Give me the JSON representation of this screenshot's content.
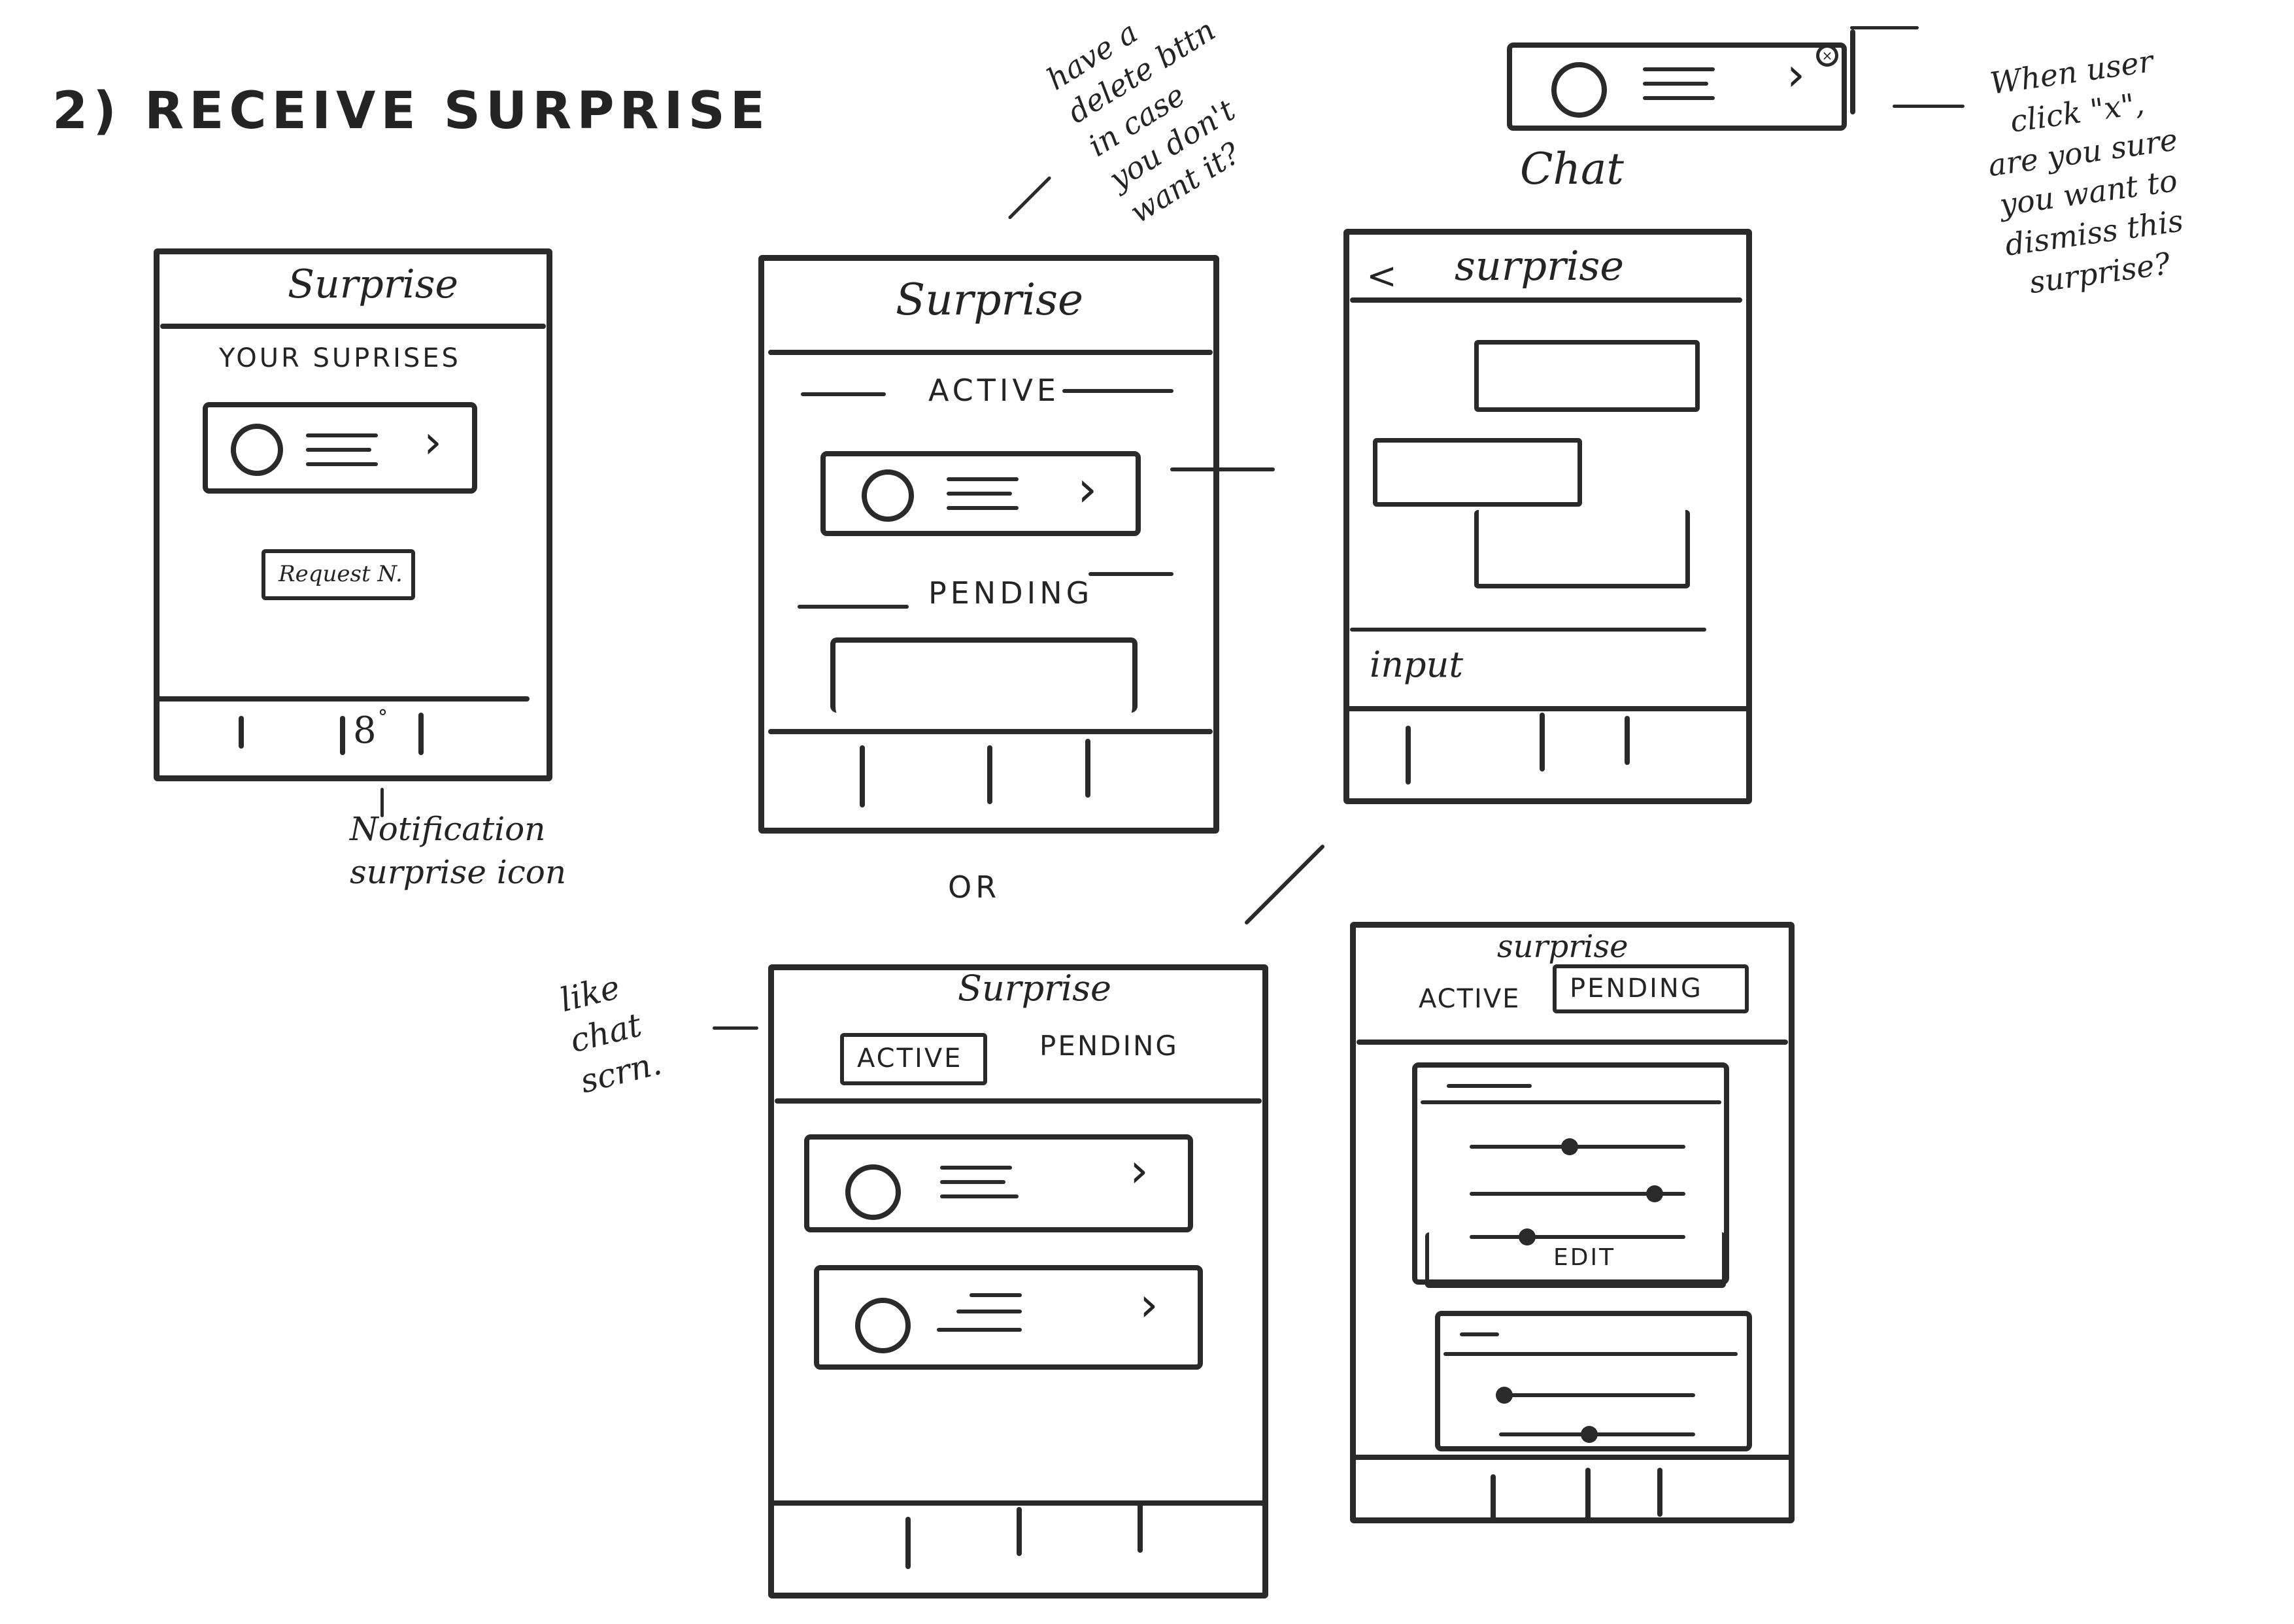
{
  "section_title": "2) RECEIVE SURPRISE",
  "icons": {
    "avatar": "circle-avatar-icon",
    "chevron": "chevron-right-icon",
    "back": "chevron-left-icon",
    "close": "close-x-icon"
  },
  "screen1": {
    "title": "Surprise",
    "subtitle": "YOUR SUPRISES",
    "request_button": "Request N.",
    "tab_badge": "8",
    "note": [
      "Notification",
      "surprise icon"
    ]
  },
  "screen2": {
    "title": "Surprise",
    "section_active": "ACTIVE",
    "section_pending": "PENDING",
    "note": [
      "have a",
      "delete bttn",
      "in case",
      "you don't",
      "want it?"
    ]
  },
  "chat_card": {
    "label": "Chat",
    "note": [
      "When user",
      "click \"x\",",
      "are you sure",
      "you want to",
      "dismiss this",
      "surprise?"
    ]
  },
  "screen3": {
    "title": "surprise",
    "back_glyph": "<",
    "input_placeholder": "input"
  },
  "or_label": "OR",
  "screen4": {
    "title": "Surprise",
    "tab_active": "ACTIVE",
    "tab_pending": "PENDING",
    "note": [
      "like",
      "chat",
      "scrn."
    ]
  },
  "screen5": {
    "title": "surprise",
    "tab_active": "ACTIVE",
    "tab_pending": "PENDING",
    "edit_label": "EDIT"
  }
}
